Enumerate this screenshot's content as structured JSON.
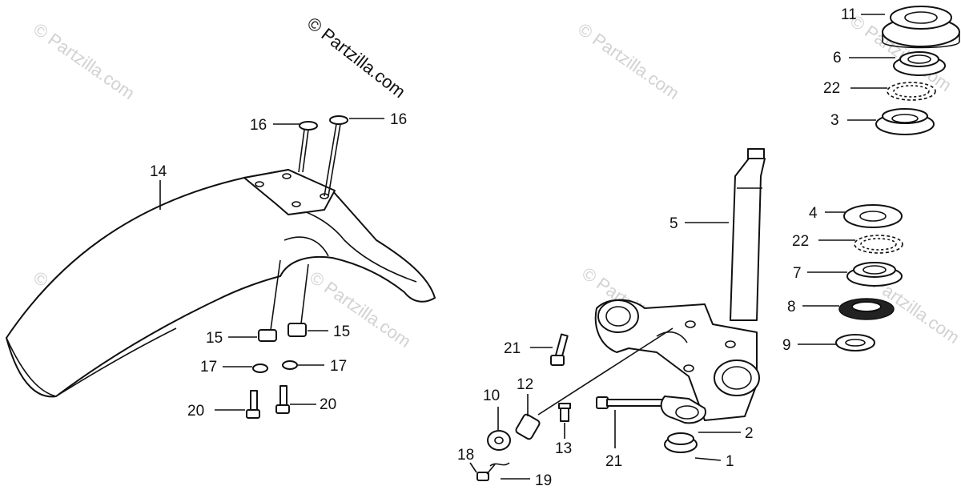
{
  "watermark": {
    "main": "© Partzilla.com",
    "faint": "© Partzilla.com"
  },
  "callouts": {
    "c11": "11",
    "c6": "6",
    "c22a": "22",
    "c3": "3",
    "c4": "4",
    "c22b": "22",
    "c7": "7",
    "c8": "8",
    "c9": "9",
    "c5": "5",
    "c16a": "16",
    "c16b": "16",
    "c14": "14",
    "c15a": "15",
    "c15b": "15",
    "c17a": "17",
    "c17b": "17",
    "c20a": "20",
    "c20b": "20",
    "c21a": "21",
    "c21b": "21",
    "c10": "10",
    "c12": "12",
    "c13": "13",
    "c18": "18",
    "c19": "19",
    "c2": "2",
    "c1": "1"
  }
}
